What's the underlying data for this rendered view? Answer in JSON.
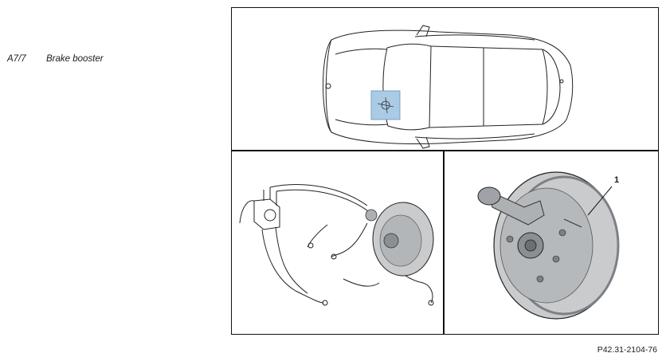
{
  "legend": {
    "code": "A7/7",
    "label": "Brake booster"
  },
  "figure": {
    "callout_number": "1",
    "reference": "P42.31-2104-76"
  },
  "colors": {
    "highlight": "#a9cbe6",
    "booster_fill": "#c9cbcd",
    "booster_dark": "#7d8085",
    "outline": "#111111"
  }
}
